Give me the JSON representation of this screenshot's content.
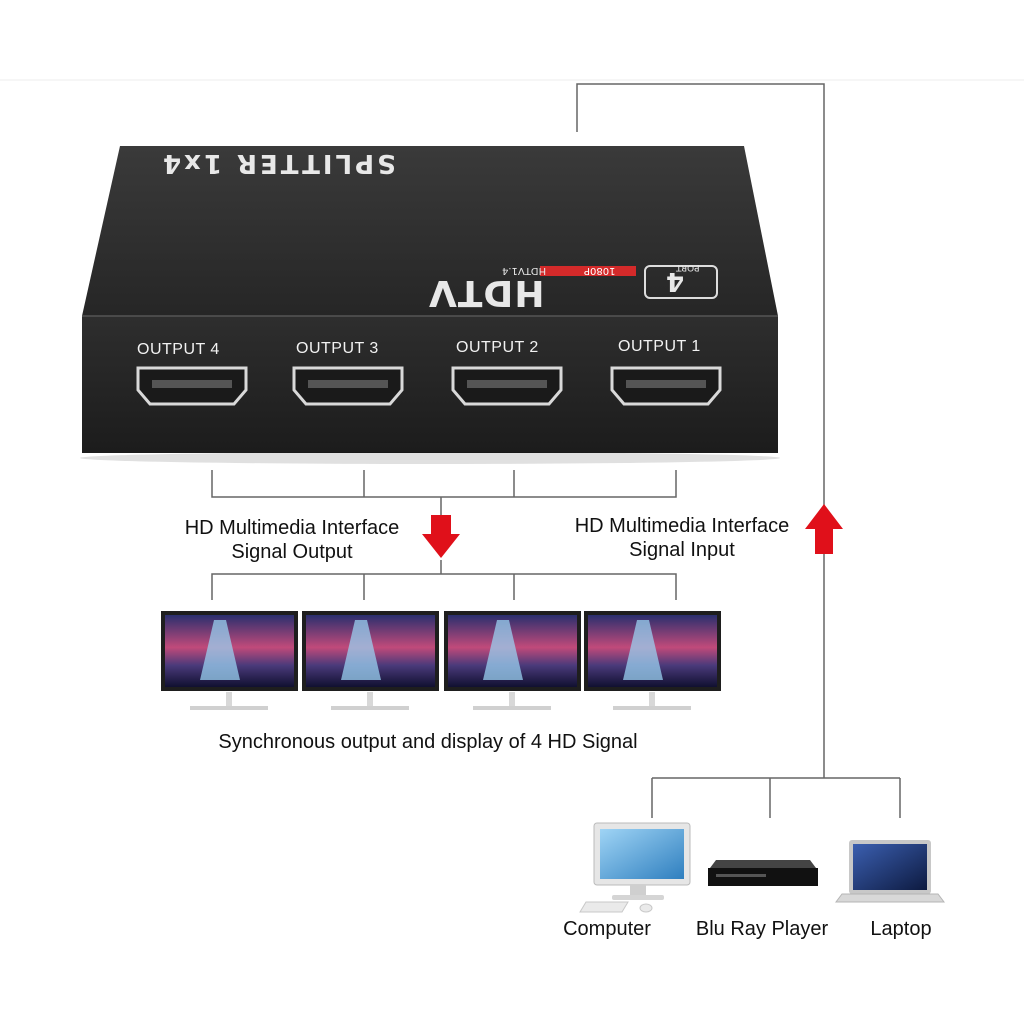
{
  "device": {
    "top_label": "SPLITTER 1x4",
    "brand_number": "4",
    "brand_name": "HDTV",
    "brand_port": "PORT",
    "brand_resolution": "1080P",
    "brand_version": "HDTV1.4",
    "ports": [
      "OUTPUT 4",
      "OUTPUT 3",
      "OUTPUT 2",
      "OUTPUT 1"
    ]
  },
  "labels": {
    "output_line1": "HD Multimedia Interface",
    "output_line2": "Signal Output",
    "input_line1": "HD Multimedia Interface",
    "input_line2": "Signal Input",
    "sync_caption": "Synchronous output and display of 4 HD Signal"
  },
  "sources": [
    "Computer",
    "Blu Ray Player",
    "Laptop"
  ],
  "colors": {
    "arrow": "#e0101a",
    "device_body": "#2b2b2b",
    "connector_line": "#666666",
    "badge_red": "#d42a2a"
  },
  "icons": {
    "monitor": "monitor-icon",
    "computer": "desktop-computer-icon",
    "bluray": "bluray-player-icon",
    "laptop": "laptop-icon",
    "arrow_down": "arrow-down-icon",
    "arrow_up": "arrow-up-icon"
  }
}
